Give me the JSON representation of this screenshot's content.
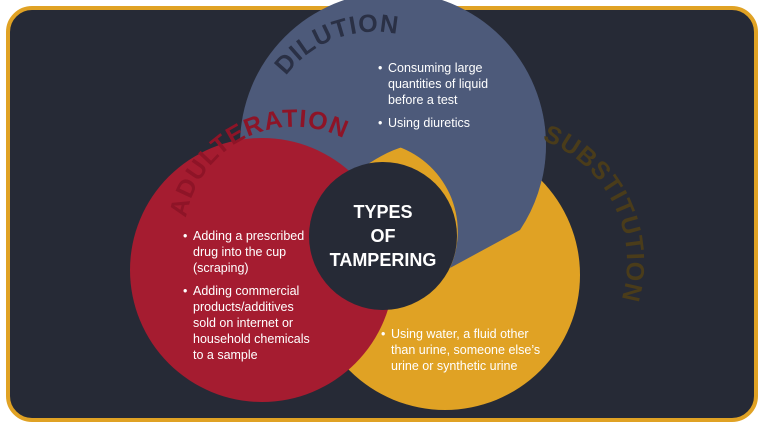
{
  "center": {
    "lines": [
      "TYPES",
      "OF",
      "TAMPERING"
    ]
  },
  "segments": [
    {
      "id": "dilution",
      "label": "DILUTION",
      "color": "#4d5a7a",
      "label_color": "#2a3045",
      "bullets": [
        "Consuming large quantities of liquid before a test",
        "Using diuretics"
      ]
    },
    {
      "id": "adulteration",
      "label": "ADULTERATION",
      "color": "#a51c30",
      "label_color": "#8e1427",
      "bullets": [
        "Adding a prescribed drug into the cup (scraping)",
        "Adding commercial products/additives sold on internet or household chemicals to a sample"
      ]
    },
    {
      "id": "substitution",
      "label": "SUBSTITUTION",
      "color": "#e0a224",
      "label_color": "#4a3c1a",
      "bullets": [
        "Using water, a fluid other than urine, someone else’s urine or synthetic urine"
      ]
    }
  ],
  "colors": {
    "background": "#262a36",
    "border": "#e0a224",
    "center_hub": "#262a36"
  }
}
